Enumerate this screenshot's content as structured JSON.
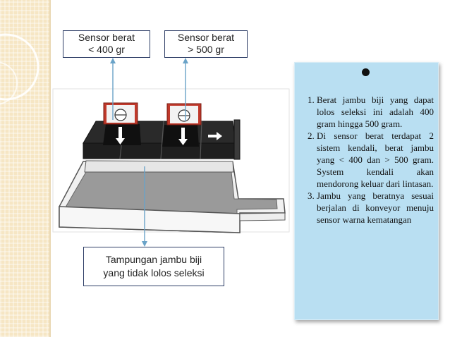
{
  "sensor_low": {
    "line1": "Sensor berat",
    "line2": "< 400 gr"
  },
  "sensor_high": {
    "line1": "Sensor berat",
    "line2": "> 500 gr"
  },
  "reject_bin": {
    "line1": "Tampungan jambu biji",
    "line2": "yang tidak lolos seleksi"
  },
  "info": {
    "points": [
      "Berat jambu biji yang dapat lolos seleksi ini adalah 400 gram hingga 500 gram.",
      "Di sensor berat terdapat 2 sistem kendali, berat jambu yang < 400 dan > 500 gram. System kendali akan mendorong keluar dari lintasan.",
      "Jambu yang beratnya sesuai berjalan di konveyor menuju sensor warna kematangan"
    ]
  },
  "colors": {
    "panel": "#b9dff2",
    "box_border": "#2e3e66",
    "arrow": "#6aa3c8",
    "background_strip": "#f6e6c4"
  }
}
